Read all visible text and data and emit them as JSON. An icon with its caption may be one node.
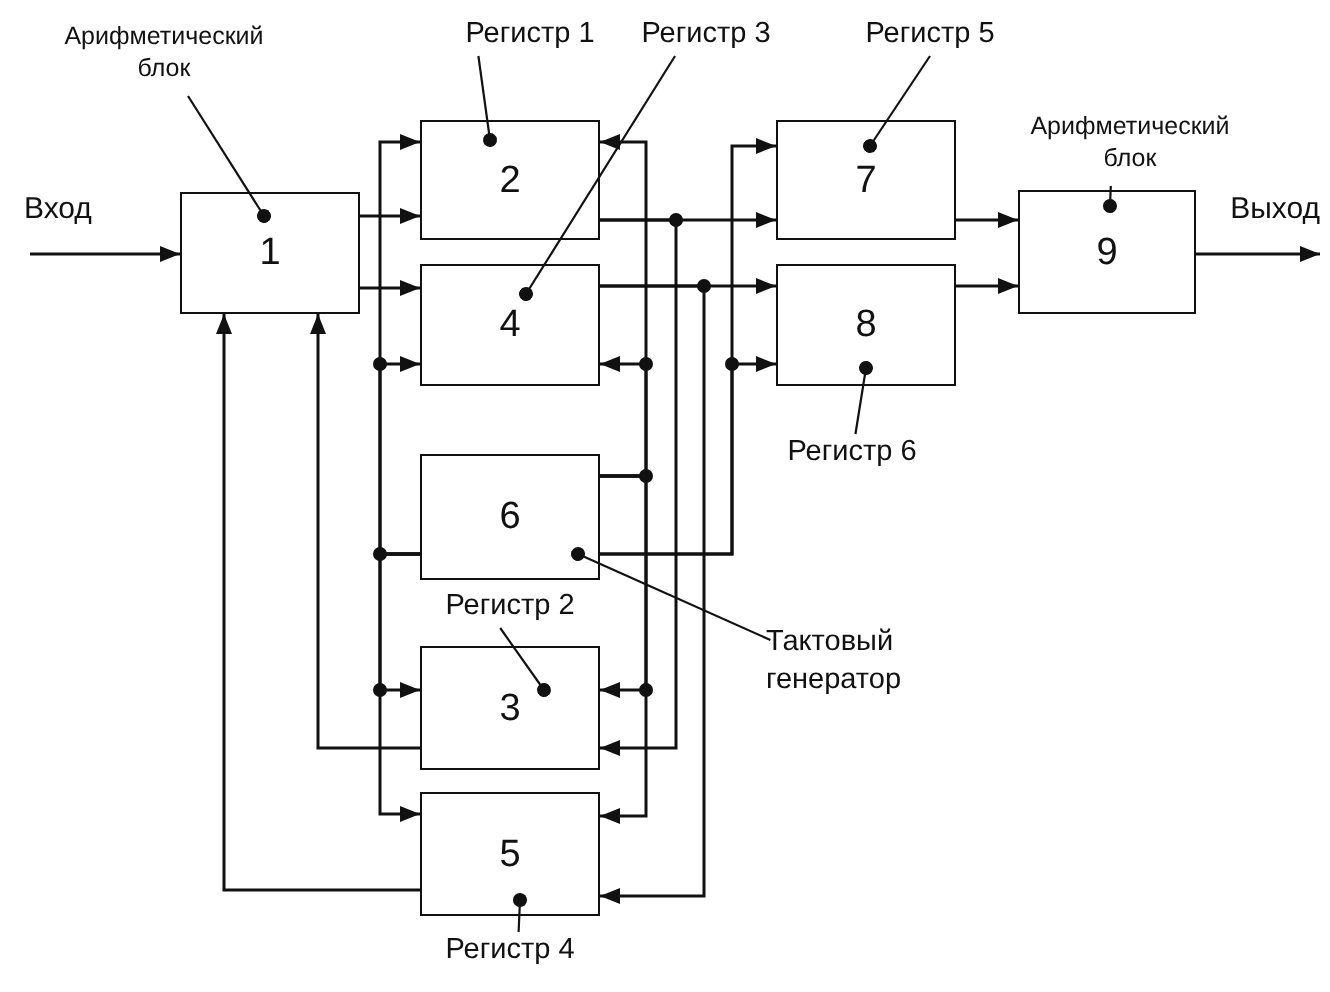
{
  "diagram": {
    "nodes": [
      {
        "text": [
          "1"
        ]
      },
      {
        "text": [
          "2"
        ]
      },
      {
        "text": [
          "4"
        ]
      },
      {
        "text": [
          "6"
        ]
      },
      {
        "text": [
          "3"
        ]
      },
      {
        "text": [
          "5"
        ]
      },
      {
        "text": [
          "7"
        ]
      },
      {
        "text": [
          "8"
        ]
      },
      {
        "text": [
          "9"
        ]
      },
      {
        "text": [
          "Арифметический блок"
        ]
      },
      {
        "text": [
          "Регистр 1"
        ]
      },
      {
        "text": [
          "Регистр 3"
        ]
      },
      {
        "text": [
          "Регистр 5"
        ]
      },
      {
        "text": [
          "Арифметический блок"
        ]
      },
      {
        "text": [
          "Регистр 6"
        ]
      },
      {
        "text": [
          "Тактовый генератор"
        ]
      },
      {
        "text": [
          "Регистр 2"
        ]
      },
      {
        "text": [
          "Регистр 4"
        ]
      }
    ],
    "edges": [
      {
        "from": null,
        "to": 0,
        "arrow": "to",
        "label": "Вход"
      },
      {
        "from": 0,
        "to": 1,
        "arrow": "to"
      },
      {
        "from": 0,
        "to": 2,
        "arrow": "to"
      },
      {
        "from": 3,
        "to": 1,
        "arrow": "to"
      },
      {
        "from": 3,
        "to": 2,
        "arrow": "to"
      },
      {
        "from": 3,
        "to": 4,
        "arrow": "to"
      },
      {
        "from": 3,
        "to": 5,
        "arrow": "to"
      },
      {
        "from": 3,
        "to": 1,
        "arrow": "to"
      },
      {
        "from": 3,
        "to": 2,
        "arrow": "to"
      },
      {
        "from": 3,
        "to": 4,
        "arrow": "to"
      },
      {
        "from": 3,
        "to": 5,
        "arrow": "to"
      },
      {
        "from": 1,
        "to": 6,
        "arrow": "to"
      },
      {
        "from": 1,
        "to": 4,
        "arrow": "to"
      },
      {
        "from": 2,
        "to": 7,
        "arrow": "to"
      },
      {
        "from": 2,
        "to": 5,
        "arrow": "to"
      },
      {
        "from": 3,
        "to": 6,
        "arrow": "to"
      },
      {
        "from": 3,
        "to": 7,
        "arrow": "to"
      },
      {
        "from": 4,
        "to": 0,
        "arrow": "to"
      },
      {
        "from": 5,
        "to": 0,
        "arrow": "to"
      },
      {
        "from": 6,
        "to": 8,
        "arrow": "to"
      },
      {
        "from": 7,
        "to": 8,
        "arrow": "to"
      },
      {
        "from": 8,
        "to": null,
        "arrow": "to",
        "label": "Выход"
      },
      {
        "from": 9,
        "to": 0,
        "arrow": "other"
      },
      {
        "from": 10,
        "to": 1,
        "arrow": "other"
      },
      {
        "from": 11,
        "to": 2,
        "arrow": "other"
      },
      {
        "from": 12,
        "to": 6,
        "arrow": "other"
      },
      {
        "from": 13,
        "to": 8,
        "arrow": "other"
      },
      {
        "from": 14,
        "to": 7,
        "arrow": "other"
      },
      {
        "from": 15,
        "to": 3,
        "arrow": "other"
      },
      {
        "from": 16,
        "to": 4,
        "arrow": "other"
      },
      {
        "from": 17,
        "to": 5,
        "arrow": "other"
      }
    ]
  }
}
